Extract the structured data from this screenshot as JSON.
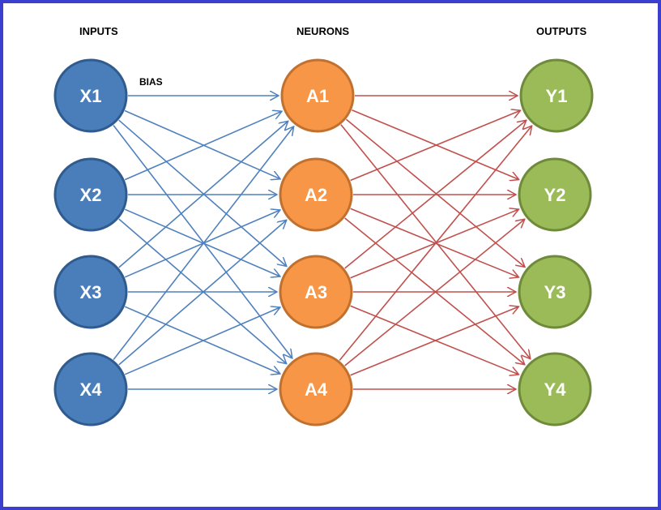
{
  "headings": {
    "inputs": "INPUTS",
    "neurons": "NEURONS",
    "outputs": "OUTPUTS"
  },
  "bias_label": "BIAS",
  "layers": {
    "inputs": {
      "nodes": [
        "X1",
        "X2",
        "X3",
        "X4"
      ],
      "fill": "#4a7ebb",
      "stroke": "#2f5b8e"
    },
    "neurons": {
      "nodes": [
        "A1",
        "A2",
        "A3",
        "A4"
      ],
      "fill": "#f79646",
      "stroke": "#c0712f"
    },
    "outputs": {
      "nodes": [
        "Y1",
        "Y2",
        "Y3",
        "Y4"
      ],
      "fill": "#9bbb59",
      "stroke": "#6e8a3a"
    }
  },
  "connections": {
    "input_to_neuron_color": "#4f81bd",
    "neuron_to_output_color": "#c0504d",
    "pattern": "fully-connected"
  }
}
